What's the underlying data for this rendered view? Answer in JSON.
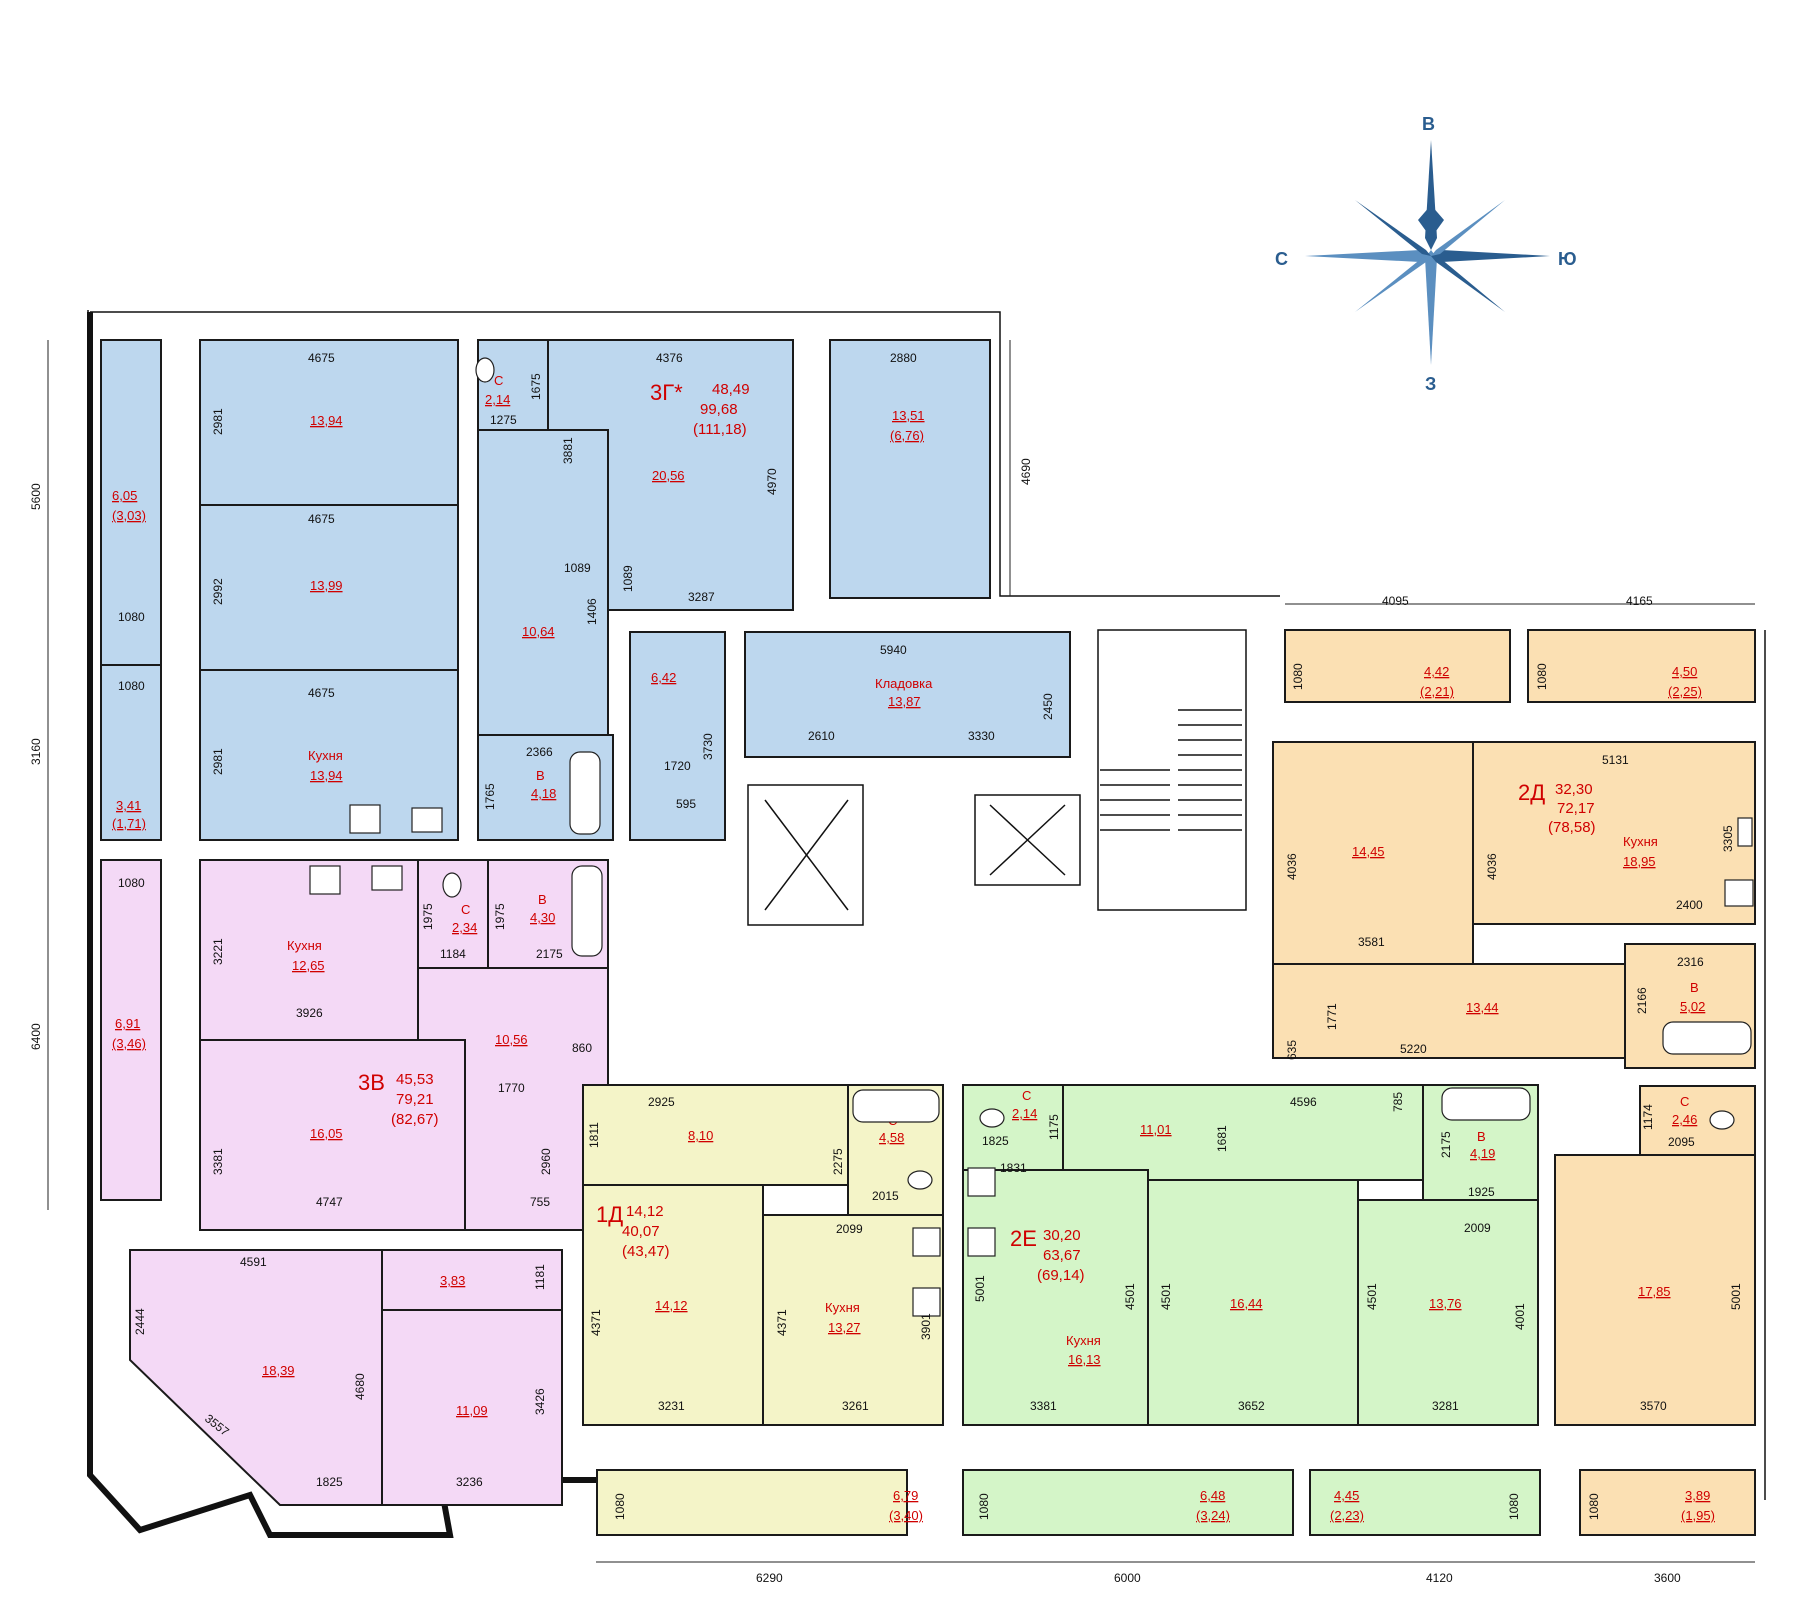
{
  "colors": {
    "apt_3g": "#bdd7ee",
    "apt_3v": "#f4d9f6",
    "apt_1d": "#f4f4c8",
    "apt_2e": "#d4f5c8",
    "apt_2d": "#fbe0b3",
    "label": "#d00000",
    "compass": "#2a5d8f"
  },
  "compass": {
    "north": "В",
    "south": "З",
    "west": "С",
    "east": "Ю"
  },
  "apartments": {
    "a3g": {
      "name": "3Г*",
      "living": "48,49",
      "total": "99,68",
      "total_with_balcony": "(111,18)"
    },
    "a3v": {
      "name": "3В",
      "living": "45,53",
      "total": "79,21",
      "total_with_balcony": "(82,67)"
    },
    "a1d": {
      "name": "1Д",
      "living": "14,12",
      "total": "40,07",
      "total_with_balcony": "(43,47)"
    },
    "a2e": {
      "name": "2Е",
      "living": "30,20",
      "total": "63,67",
      "total_with_balcony": "(69,14)"
    },
    "a2d": {
      "name": "2Д",
      "living": "32,30",
      "total": "72,17",
      "total_with_balcony": "(78,58)"
    }
  },
  "rooms": {
    "kitchen": "Кухня",
    "storage": "Кладовка",
    "wc": "С",
    "bath": "В",
    "g_balc_w": "6,05",
    "g_balc_w_r": "(3,03)",
    "g_r1": "13,94",
    "g_r2": "13,99",
    "g_kit": "13,94",
    "g_wc": "2,14",
    "g_liv": "20,56",
    "g_balc_e": "13,51",
    "g_balc_e_r": "(6,76)",
    "g_hall": "10,64",
    "g_bath": "4,18",
    "g_hall2": "6,42",
    "g_store": "13,87",
    "g_balc_sw": "3,41",
    "g_balc_sw_r": "(1,71)",
    "v_balc": "6,91",
    "v_balc_r": "(3,46)",
    "v_kit": "12,65",
    "v_wc": "2,34",
    "v_bath": "4,30",
    "v_hall": "10,56",
    "v_r1": "16,05",
    "v_corr": "3,83",
    "v_r2": "18,39",
    "v_r3": "11,09",
    "d1_hall": "8,10",
    "d1_wc": "4,58",
    "d1_room": "14,12",
    "d1_kit": "13,27",
    "d1_balc": "6,79",
    "d1_balc_r": "(3,40)",
    "e_wc": "2,14",
    "e_hall": "11,01",
    "e_bath": "4,19",
    "e_kit": "16,13",
    "e_r1": "16,44",
    "e_r2": "13,76",
    "e_balc1": "6,48",
    "e_balc1_r": "(3,24)",
    "e_balc2": "4,45",
    "e_balc2_r": "(2,23)",
    "d2_balc1": "4,42",
    "d2_balc1_r": "(2,21)",
    "d2_balc2": "4,50",
    "d2_balc2_r": "(2,25)",
    "d2_r1": "14,45",
    "d2_kit": "18,95",
    "d2_hall": "13,44",
    "d2_bath": "5,02",
    "d2_wc": "2,46",
    "d2_r2": "17,85",
    "d2_balc3": "3,89",
    "d2_balc3_r": "(1,95)"
  },
  "dims": {
    "d5600": "5600",
    "d3160": "3160",
    "d6400": "6400",
    "d4690": "4690",
    "d4675a": "4675",
    "d4675b": "4675",
    "d4675c": "4675",
    "d2981a": "2981",
    "d2992": "2992",
    "d2981b": "2981",
    "d1080a": "1080",
    "d1080b": "1080",
    "d1080c": "1080",
    "d1675": "1675",
    "d1275": "1275",
    "d4376": "4376",
    "d3881": "3881",
    "d4970": "4970",
    "d1089a": "1089",
    "d1089b": "1089",
    "d1406": "1406",
    "d3287": "3287",
    "d2880": "2880",
    "d5940": "5940",
    "d2610": "2610",
    "d3330": "3330",
    "d2450": "2450",
    "d3730": "3730",
    "d1720": "1720",
    "d595": "595",
    "d2366": "2366",
    "d1765": "1765",
    "d3221": "3221",
    "d1975a": "1975",
    "d1975b": "1975",
    "d1184": "1184",
    "d2175a": "2175",
    "d3926": "3926",
    "d860": "860",
    "d1770": "1770",
    "d3381a": "3381",
    "d2960": "2960",
    "d4747": "4747",
    "d755": "755",
    "d4591": "4591",
    "d1181": "1181",
    "d2444": "2444",
    "d4680": "4680",
    "d3426": "3426",
    "d3557": "3557",
    "d1825a": "1825",
    "d3236": "3236",
    "d2925": "2925",
    "d1811": "1811",
    "d2275": "2275",
    "d2015": "2015",
    "d2099": "2099",
    "d4371a": "4371",
    "d4371b": "4371",
    "d3901": "3901",
    "d3231": "3231",
    "d3261": "3261",
    "d1080d": "1080",
    "d6290": "6290",
    "d1175": "1175",
    "d1825b": "1825",
    "d1831": "1831",
    "d4596": "4596",
    "d785": "785",
    "d1681": "1681",
    "d2175b": "2175",
    "d1925": "1925",
    "d2009": "2009",
    "d5001a": "5001",
    "d4501a": "4501",
    "d4501b": "4501",
    "d4501c": "4501",
    "d4001": "4001",
    "d3381b": "3381",
    "d3652": "3652",
    "d3281": "3281",
    "d1080e": "1080",
    "d1080f": "1080",
    "d6000": "6000",
    "d4120": "4120",
    "d4095": "4095",
    "d4165": "4165",
    "d1080g": "1080",
    "d1080h": "1080",
    "d4036a": "4036",
    "d4036b": "4036",
    "d5131": "5131",
    "d3305": "3305",
    "d2400": "2400",
    "d3581": "3581",
    "d2316": "2316",
    "d2166": "2166",
    "d1771": "1771",
    "d635": "635",
    "d5220": "5220",
    "d1174": "1174",
    "d2095": "2095",
    "d5001b": "5001",
    "d3570": "3570",
    "d1080i": "1080",
    "d3600": "3600"
  }
}
